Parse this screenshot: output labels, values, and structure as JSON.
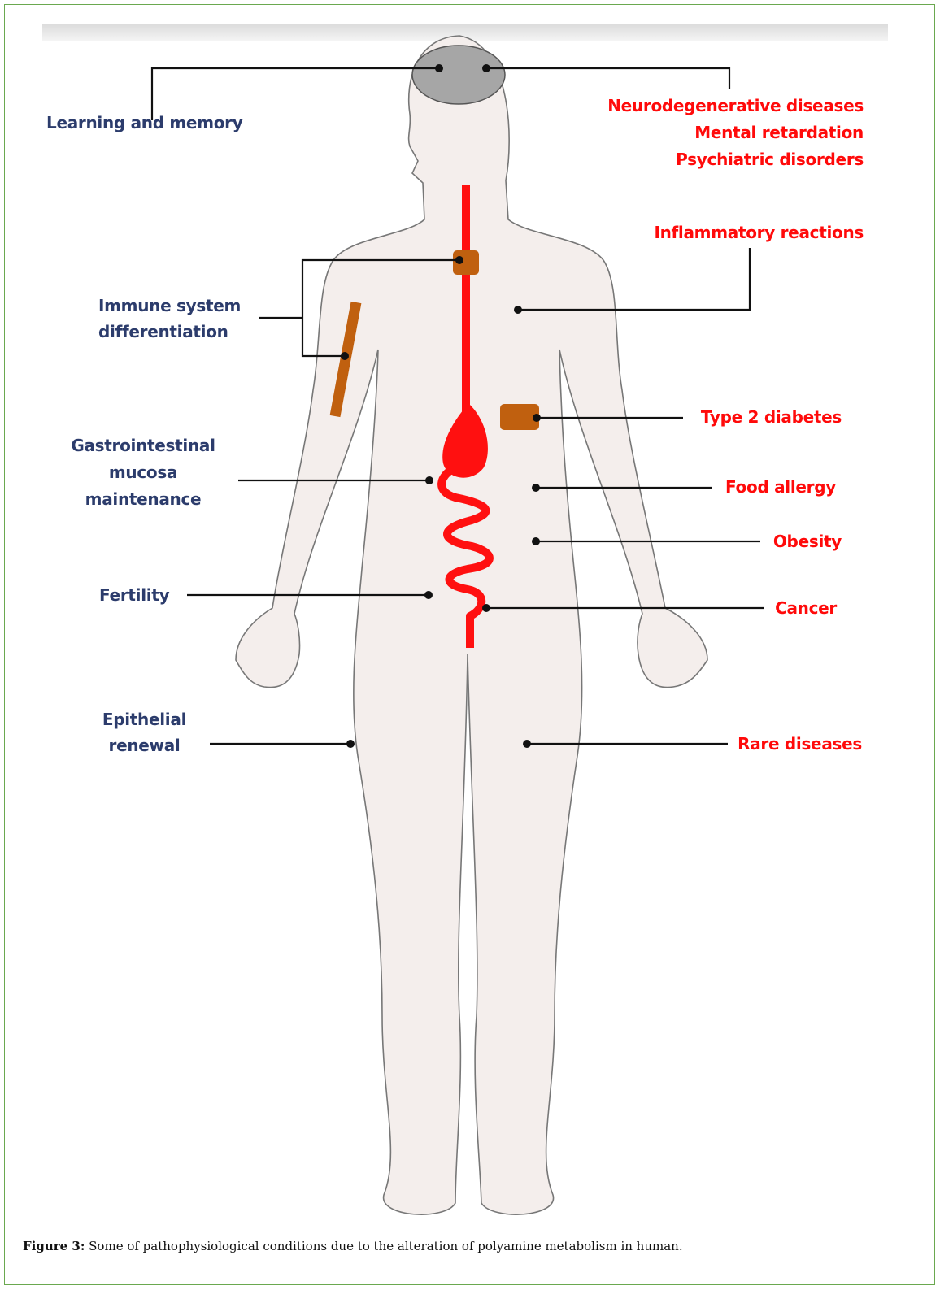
{
  "figure": {
    "caption_label": "Figure 3:",
    "caption_text": " Some of pathophysiological conditions due to the alteration of polyamine metabolism in human."
  },
  "labels_left": {
    "learning": "Learning and memory",
    "immune_1": "Immune system",
    "immune_2": "differentiation",
    "gastro_1": "Gastrointestinal",
    "gastro_2": "mucosa",
    "gastro_3": "maintenance",
    "fertility": "Fertility",
    "epithelial_1": "Epithelial",
    "epithelial_2": "renewal"
  },
  "labels_right": {
    "neuro": "Neurodegenerative diseases",
    "mental": "Mental retardation",
    "psych": "Psychiatric disorders",
    "inflammatory": "Inflammatory reactions",
    "diabetes": "Type 2 diabetes",
    "food": "Food allergy",
    "obesity": "Obesity",
    "cancer": "Cancer",
    "rare": "Rare diseases"
  },
  "colors": {
    "physiological": "#2c3c6c",
    "pathological": "#ff0a0a",
    "body": "#f4eeec",
    "brain": "#a6a6a6",
    "organ": "#c0600f",
    "gut": "#ff1010"
  }
}
